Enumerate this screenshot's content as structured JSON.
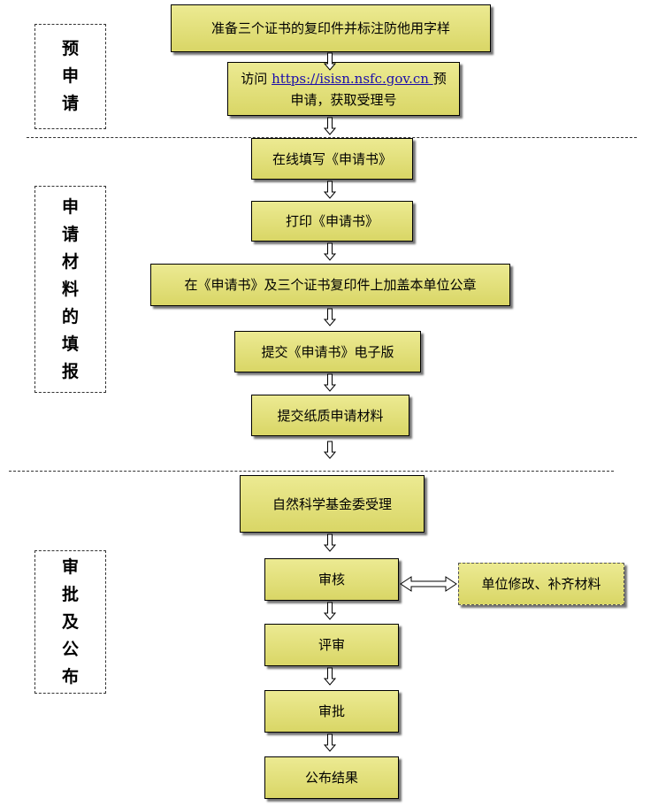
{
  "stages": {
    "pre": [
      "预",
      "申",
      "请"
    ],
    "fill": [
      "申",
      "请",
      "材",
      "料",
      "的",
      "填",
      "报"
    ],
    "approve": [
      "审",
      "批",
      "及",
      "公",
      "布"
    ]
  },
  "steps": {
    "prepare": "准备三个证书的复印件并标注防他用字样",
    "visit_prefix": "访问 ",
    "visit_link": "https://isisn.nsfc.gov.cn ",
    "visit_suffix_line1": "预",
    "visit_line2": "申请，获取受理号",
    "fill_online": "在线填写《申请书》",
    "print": "打印《申请书》",
    "stamp": "在《申请书》及三个证书复印件上加盖本单位公章",
    "submit_electronic": "提交《申请书》电子版",
    "submit_paper": "提交纸质申请材料",
    "accept": "自然科学基金委受理",
    "review": "审核",
    "modify": "单位修改、补齐材料",
    "evaluate": "评审",
    "approve": "审批",
    "publish": "公布结果"
  }
}
